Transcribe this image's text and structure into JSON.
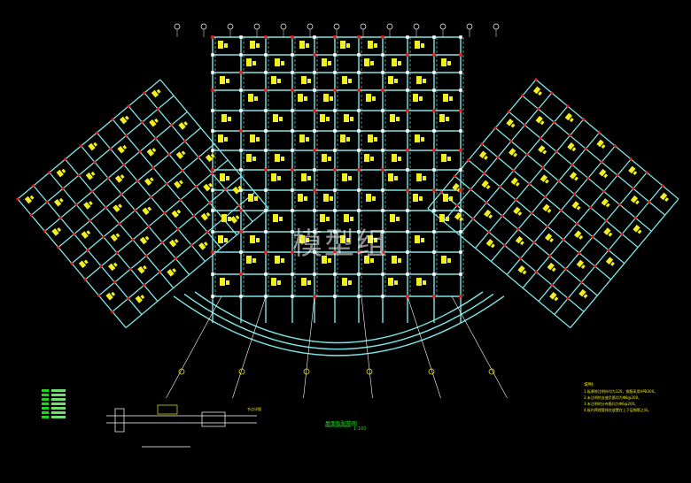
{
  "drawing": {
    "watermark": "模型组",
    "plan_title": "屋面板配筋图",
    "scale": "1:100",
    "notes_title": "说明:",
    "notes": [
      "1.板厚除注明外均为120，钢筋采用HPB300。",
      "2.未注明的支座负筋均为Φ8@200。",
      "3.未注明的分布筋均为Φ6@200。",
      "4.板内预埋管线应放置在上下层钢筋之间。"
    ],
    "detail_label": "节点详图"
  },
  "colors": {
    "background": "#000000",
    "grid_lines": "#7fe6e6",
    "beam_lines": "#ffffff",
    "rebar_text": "#f0f020",
    "columns": "#e02020",
    "axis_bubbles": "#ffffff",
    "title": "#18d818"
  }
}
